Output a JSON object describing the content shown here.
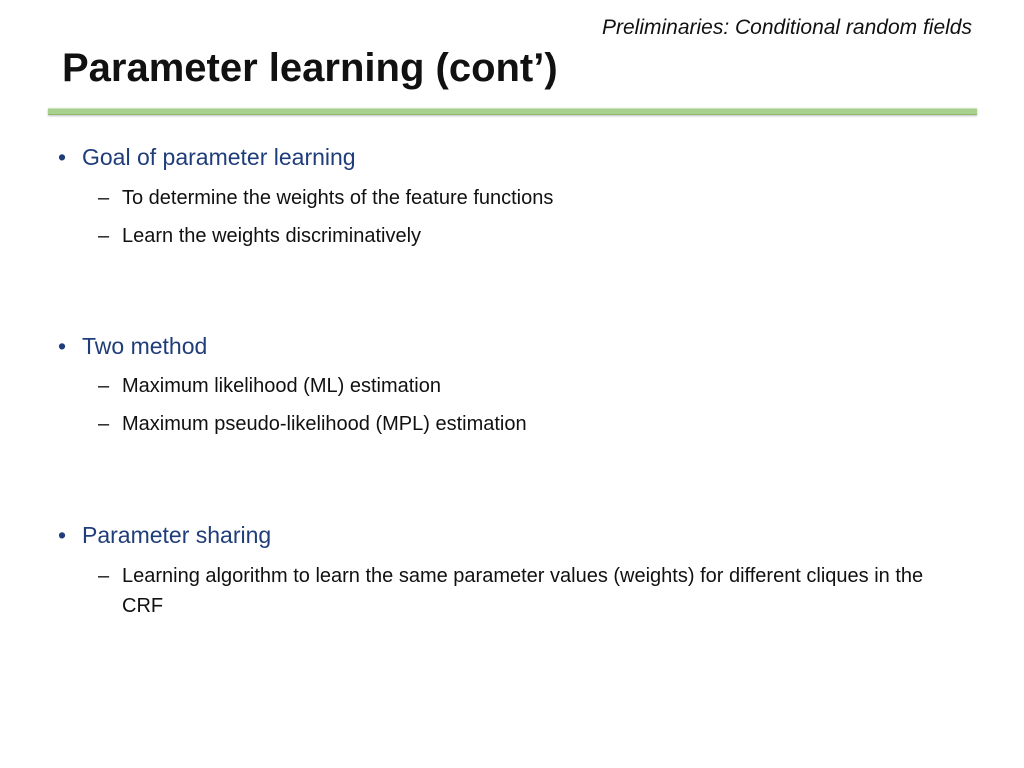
{
  "header": {
    "section": "Preliminaries: Conditional random fields",
    "title": "Parameter learning (cont’)"
  },
  "bullets": [
    {
      "label": "Goal of parameter learning",
      "items": [
        "To determine the weights of the feature functions",
        "Learn the weights discriminatively"
      ]
    },
    {
      "label": "Two method",
      "items": [
        "Maximum likelihood (ML) estimation",
        "Maximum pseudo-likelihood (MPL) estimation"
      ]
    },
    {
      "label": "Parameter sharing",
      "items": [
        "Learning algorithm to learn the same parameter values (weights) for different cliques in the CRF"
      ]
    }
  ],
  "glyphs": {
    "bullet": "•",
    "dash": "–"
  },
  "colors": {
    "bullet_text": "#1f3d7a",
    "accent_rule": "#a9d08e"
  }
}
